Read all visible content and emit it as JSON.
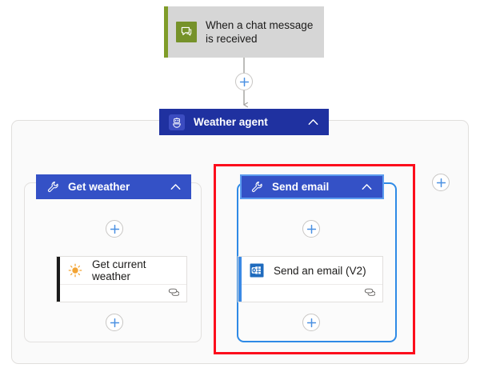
{
  "canvas": {
    "background": "#ffffff",
    "accent_blue": "#3451c6",
    "agent_blue": "#1f31a0",
    "selection_blue": "#2e8ae6",
    "annotation_red": "#fc0d1c",
    "trigger_green": "#76922a",
    "sun_orange": "#f2a434",
    "outlook_blue": "#1f6bbe"
  },
  "trigger": {
    "title": "When a chat message\nis received",
    "icon": "teams-chat-icon",
    "accent": "#7f9c29"
  },
  "agent": {
    "title": "Weather agent",
    "icon": "robot-icon",
    "collapse_icon": "chevron-up-icon"
  },
  "branches": [
    {
      "id": "get-weather",
      "header": {
        "title": "Get weather",
        "icon": "wrench-icon",
        "collapse_icon": "chevron-up-icon"
      },
      "action": {
        "title": "Get current weather",
        "icon": "sun-icon",
        "footer_icon": "comment-link-icon",
        "accent": "#1a1a1a"
      },
      "selected": false
    },
    {
      "id": "send-email",
      "header": {
        "title": "Send email",
        "icon": "wrench-icon",
        "collapse_icon": "chevron-up-icon"
      },
      "action": {
        "title": "Send an email (V2)",
        "icon": "outlook-icon",
        "footer_icon": "comment-link-icon",
        "accent": "#3b8ae5"
      },
      "selected": true
    }
  ],
  "add_buttons": [
    {
      "name": "add-step-after-trigger",
      "icon": "plus-icon"
    },
    {
      "name": "add-step-in-get-weather-top",
      "icon": "plus-icon"
    },
    {
      "name": "add-step-in-get-weather-bottom",
      "icon": "plus-icon"
    },
    {
      "name": "add-step-in-send-email-top",
      "icon": "plus-icon"
    },
    {
      "name": "add-step-in-send-email-bottom",
      "icon": "plus-icon"
    },
    {
      "name": "add-branch",
      "icon": "plus-icon"
    }
  ],
  "annotation": {
    "name": "red-highlight-box",
    "color": "#fc0d1c"
  }
}
